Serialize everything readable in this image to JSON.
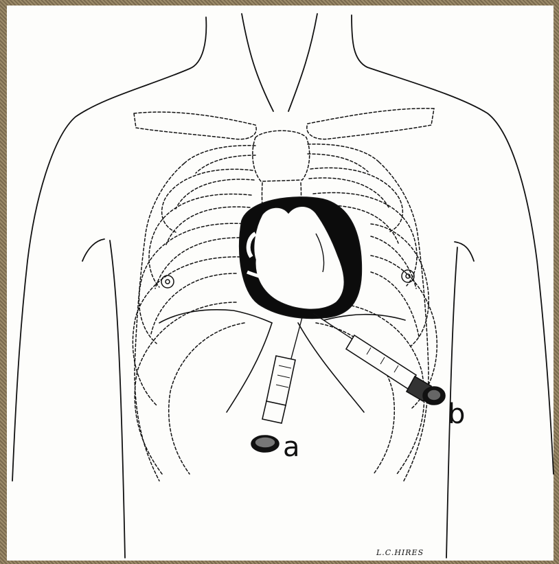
{
  "labels": {
    "syringe_a": "a",
    "syringe_b": "b"
  },
  "signature": "L.C.HIRES",
  "colors": {
    "ink": "#111111",
    "paper": "#fdfdfb",
    "frame": "#8a7a5c"
  }
}
